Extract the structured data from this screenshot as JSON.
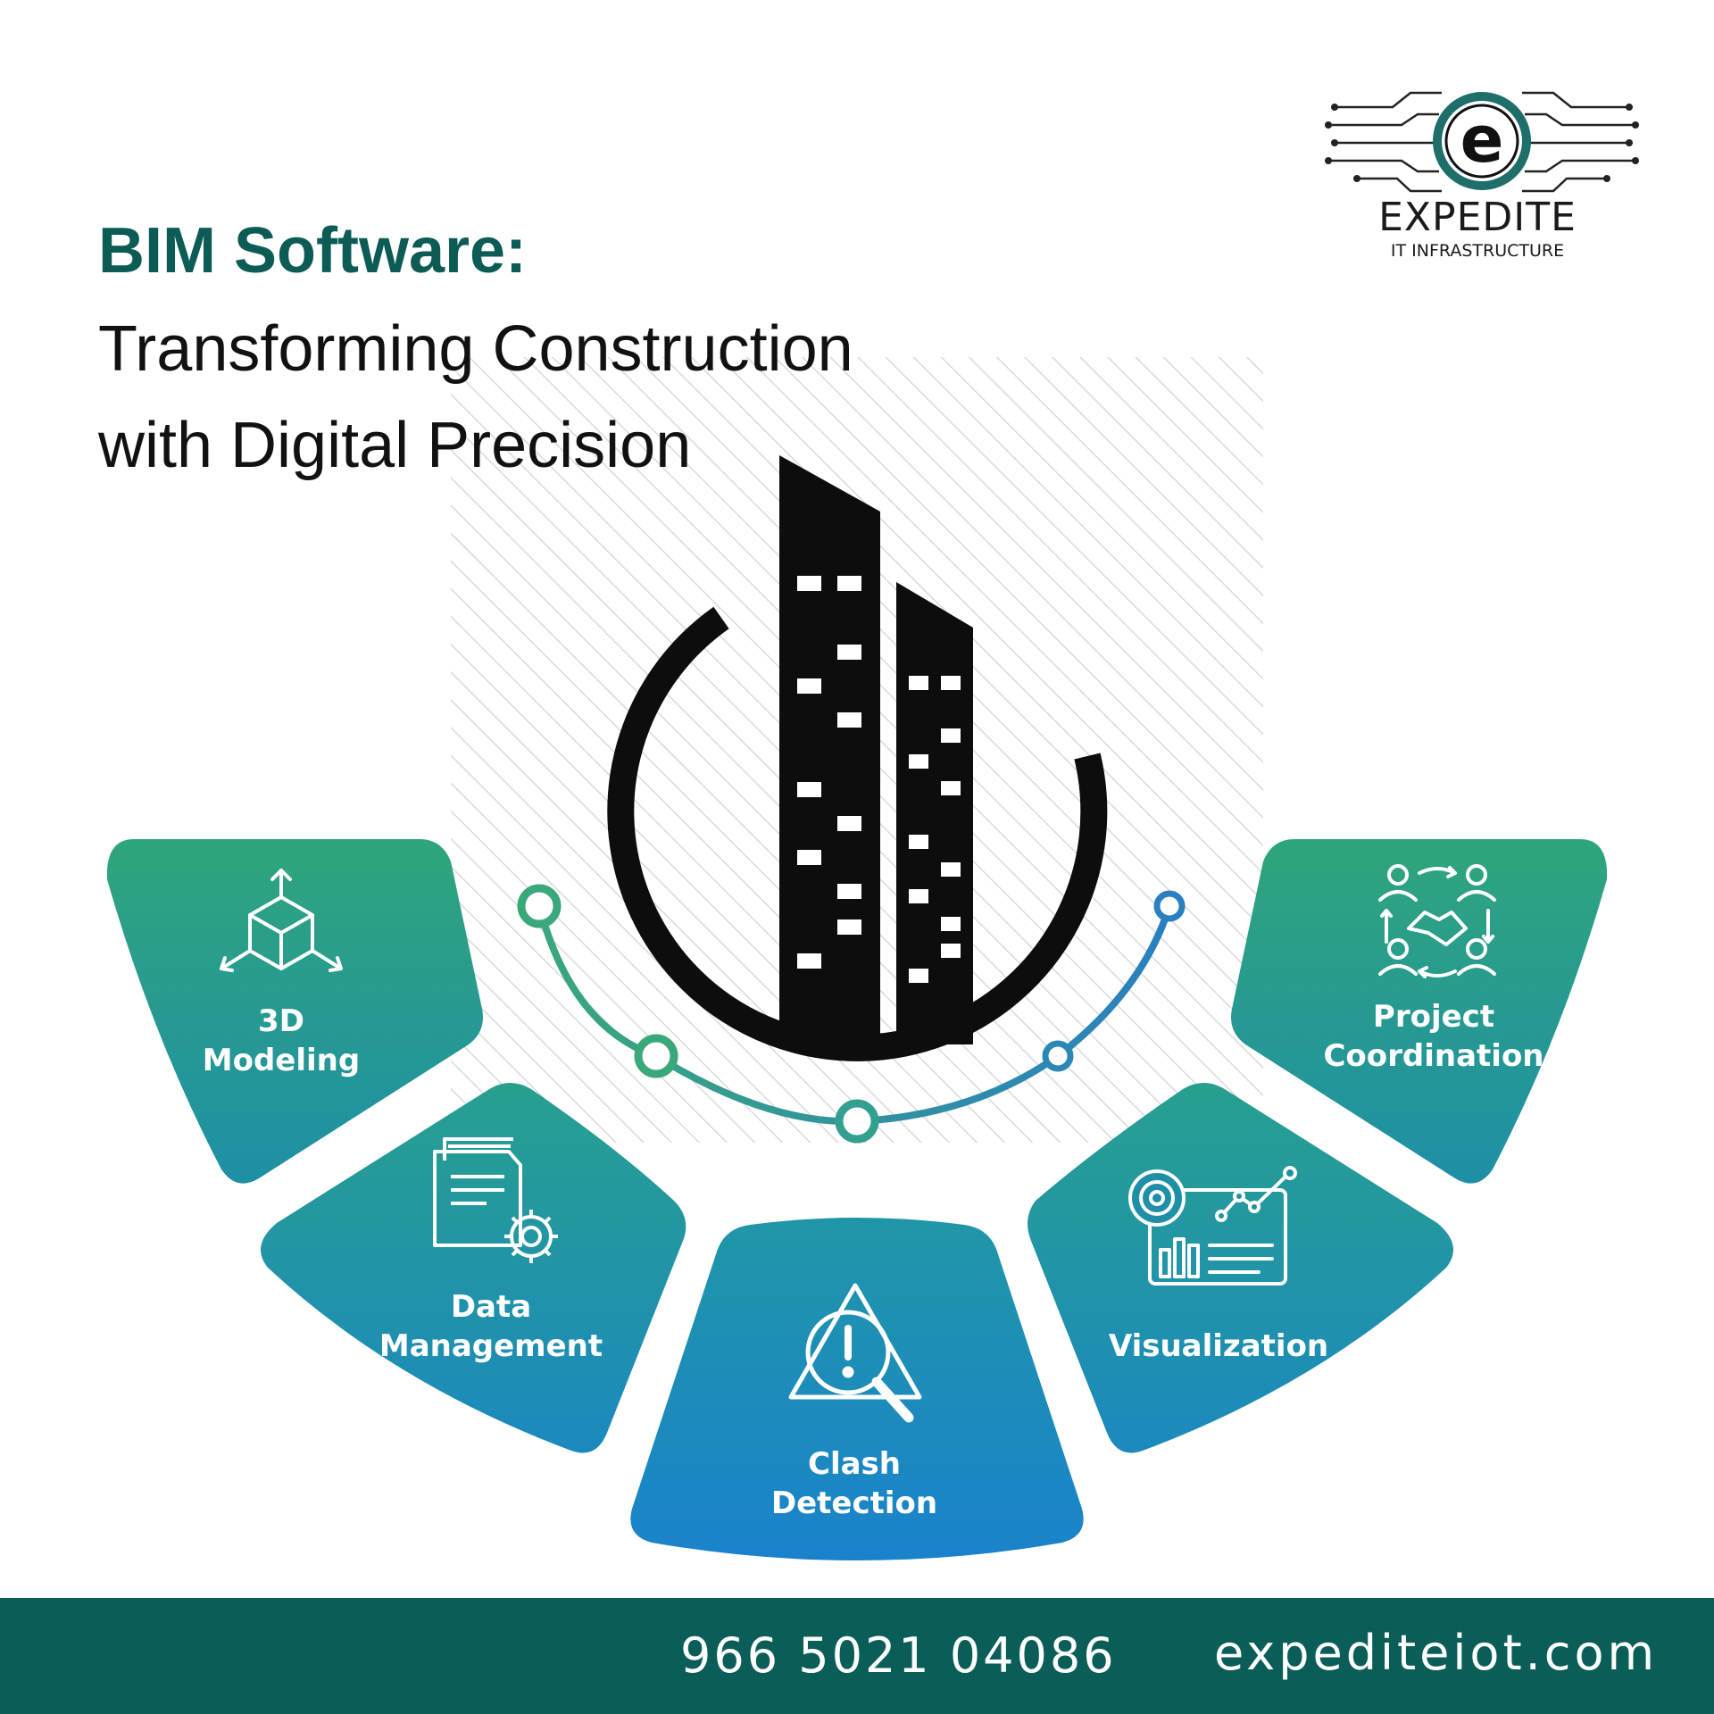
{
  "header": {
    "title_bold": "BIM Software:",
    "title_line1": "Transforming Construction",
    "title_line2": "with Digital Precision"
  },
  "logo": {
    "letter": "e",
    "name": "EXPEDITE",
    "subtitle": "IT INFRASTRUCTURE"
  },
  "segments": [
    {
      "line1": "3D",
      "line2": "Modeling",
      "icon": "cube-icon"
    },
    {
      "line1": "Data",
      "line2": "Management",
      "icon": "folder-gear-icon"
    },
    {
      "line1": "Clash",
      "line2": "Detection",
      "icon": "warning-magnifier-icon"
    },
    {
      "line1": "",
      "line2": "Visualization",
      "icon": "chart-eye-icon"
    },
    {
      "line1": "Project",
      "line2": "Coordination",
      "icon": "handshake-people-icon"
    }
  ],
  "footer": {
    "phone": "966 5021 04086",
    "website": "expediteiot.com"
  },
  "colors": {
    "title": "#0c5b55",
    "footer": "#0b5e58",
    "segment_top": "#2fa37f",
    "segment_bottom": "#1a86c4",
    "arc_green": "#3aa87a",
    "arc_blue": "#2a7fc0"
  }
}
